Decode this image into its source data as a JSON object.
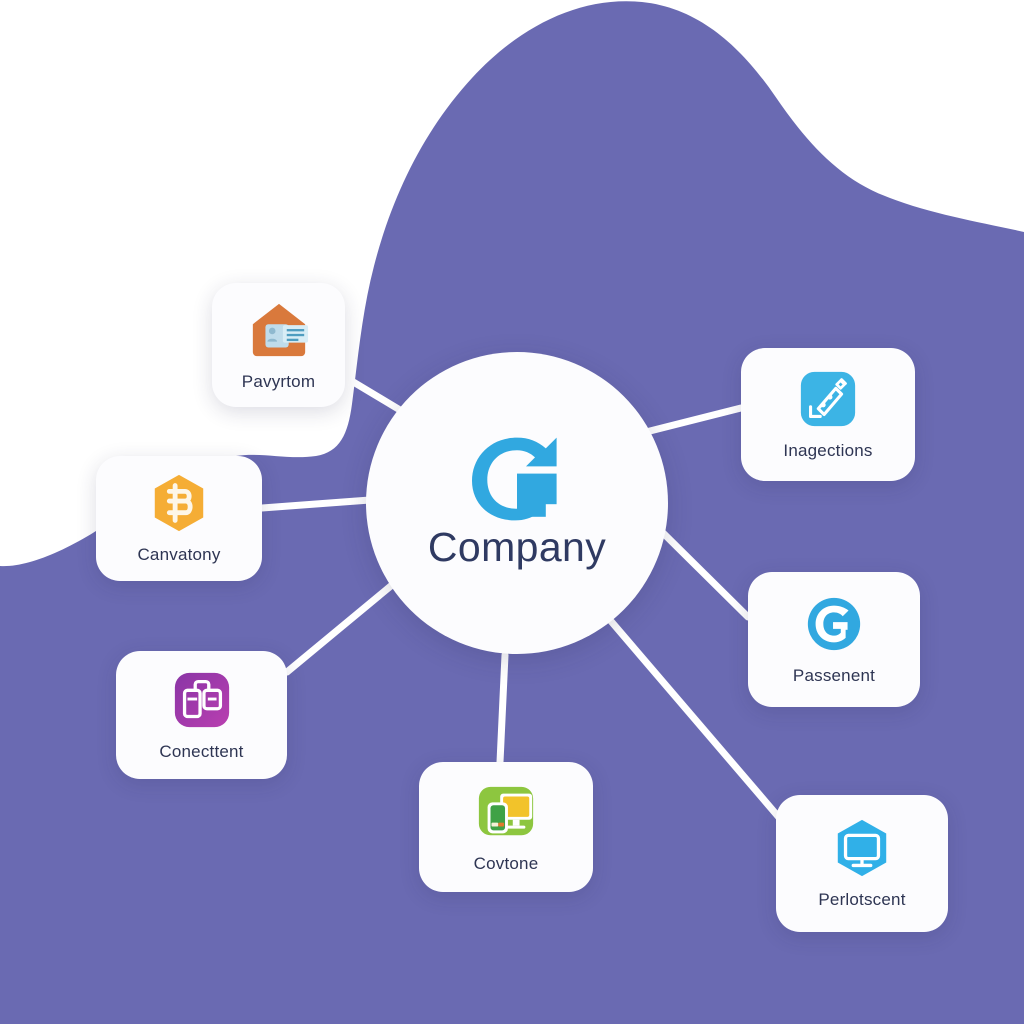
{
  "diagram": {
    "title": "Company ecosystem hub-and-spoke diagram",
    "background_color": "#6a6ab2",
    "card_color": "#fcfcfe",
    "link_color": "#ffffff",
    "label_color": "#2e3553"
  },
  "hub": {
    "name": "Company",
    "logo_icon": "letter-g-logo-icon",
    "logo_color": "#31a8e0",
    "title_color": "#2f3a62"
  },
  "nodes": [
    {
      "id": "pavyrtom",
      "label": "Pavyrtom",
      "icon": "house-document-icon",
      "icon_color": "#d9793c",
      "icon_accent": "#bfdceb"
    },
    {
      "id": "canvatory",
      "label": "Canvatony",
      "icon": "hexagon-b-icon",
      "icon_color": "#f5ad35",
      "icon_accent": "#fdf6e8"
    },
    {
      "id": "conecttent",
      "label": "Conecttent",
      "icon": "briefcase-rounded-square-icon",
      "icon_color": "#9c3aa8",
      "icon_accent": "#ffffff"
    },
    {
      "id": "covtone",
      "label": "Covtone",
      "icon": "devices-screens-icon",
      "icon_color": "#8dc63f",
      "icon_accent": "#f2c32a"
    },
    {
      "id": "inagections",
      "label": "Inagections",
      "icon": "blue-rounded-square-tools-icon",
      "icon_color": "#3cb4e5",
      "icon_accent": "#ffffff"
    },
    {
      "id": "passenent",
      "label": "Passenent",
      "icon": "circle-g-icon",
      "icon_color": "#31a8e0",
      "icon_accent": "#ffffff"
    },
    {
      "id": "perlotscent",
      "label": "Perlotscent",
      "icon": "hexagon-monitor-icon",
      "icon_color": "#30b0e8",
      "icon_accent": "#ffffff"
    }
  ],
  "connections": [
    {
      "from": "hub",
      "to": "pavyrtom"
    },
    {
      "from": "hub",
      "to": "canvatory"
    },
    {
      "from": "hub",
      "to": "conecttent"
    },
    {
      "from": "hub",
      "to": "covtone"
    },
    {
      "from": "hub",
      "to": "inagections"
    },
    {
      "from": "hub",
      "to": "passenent"
    },
    {
      "from": "hub",
      "to": "perlotscent"
    }
  ]
}
